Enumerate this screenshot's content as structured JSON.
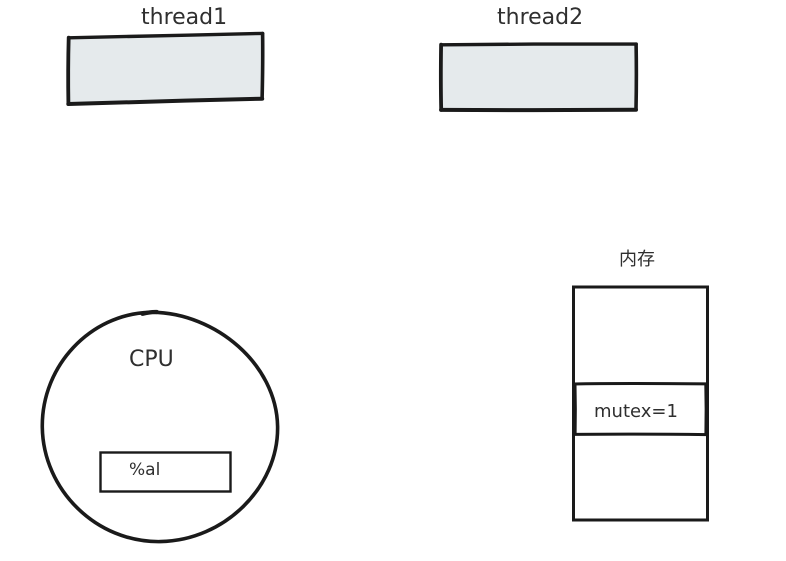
{
  "diagram": {
    "title": "thread mutex cpu memory diagram",
    "style": "hand-drawn sketch",
    "background_color": "#ffffff",
    "stroke_color": "#1a1a1a",
    "box_fill_color": "#e5eaec",
    "text_color": "#2f2f2f"
  },
  "threads": [
    {
      "label": "thread1",
      "box_name": "thread1-box",
      "fill": "#e5eaec",
      "body_text": ""
    },
    {
      "label": "thread2",
      "box_name": "thread2-box",
      "fill": "#e5eaec",
      "body_text": ""
    }
  ],
  "cpu": {
    "label": "CPU",
    "shape": "circle",
    "register": {
      "label": "%al",
      "fill": "#ffffff"
    }
  },
  "memory": {
    "label": "内存",
    "shape": "rectangle",
    "cells": [
      {
        "label": "",
        "name": "memory-cell-top"
      },
      {
        "label": "mutex=1",
        "name": "memory-cell-mutex"
      },
      {
        "label": "",
        "name": "memory-cell-bottom"
      }
    ]
  }
}
